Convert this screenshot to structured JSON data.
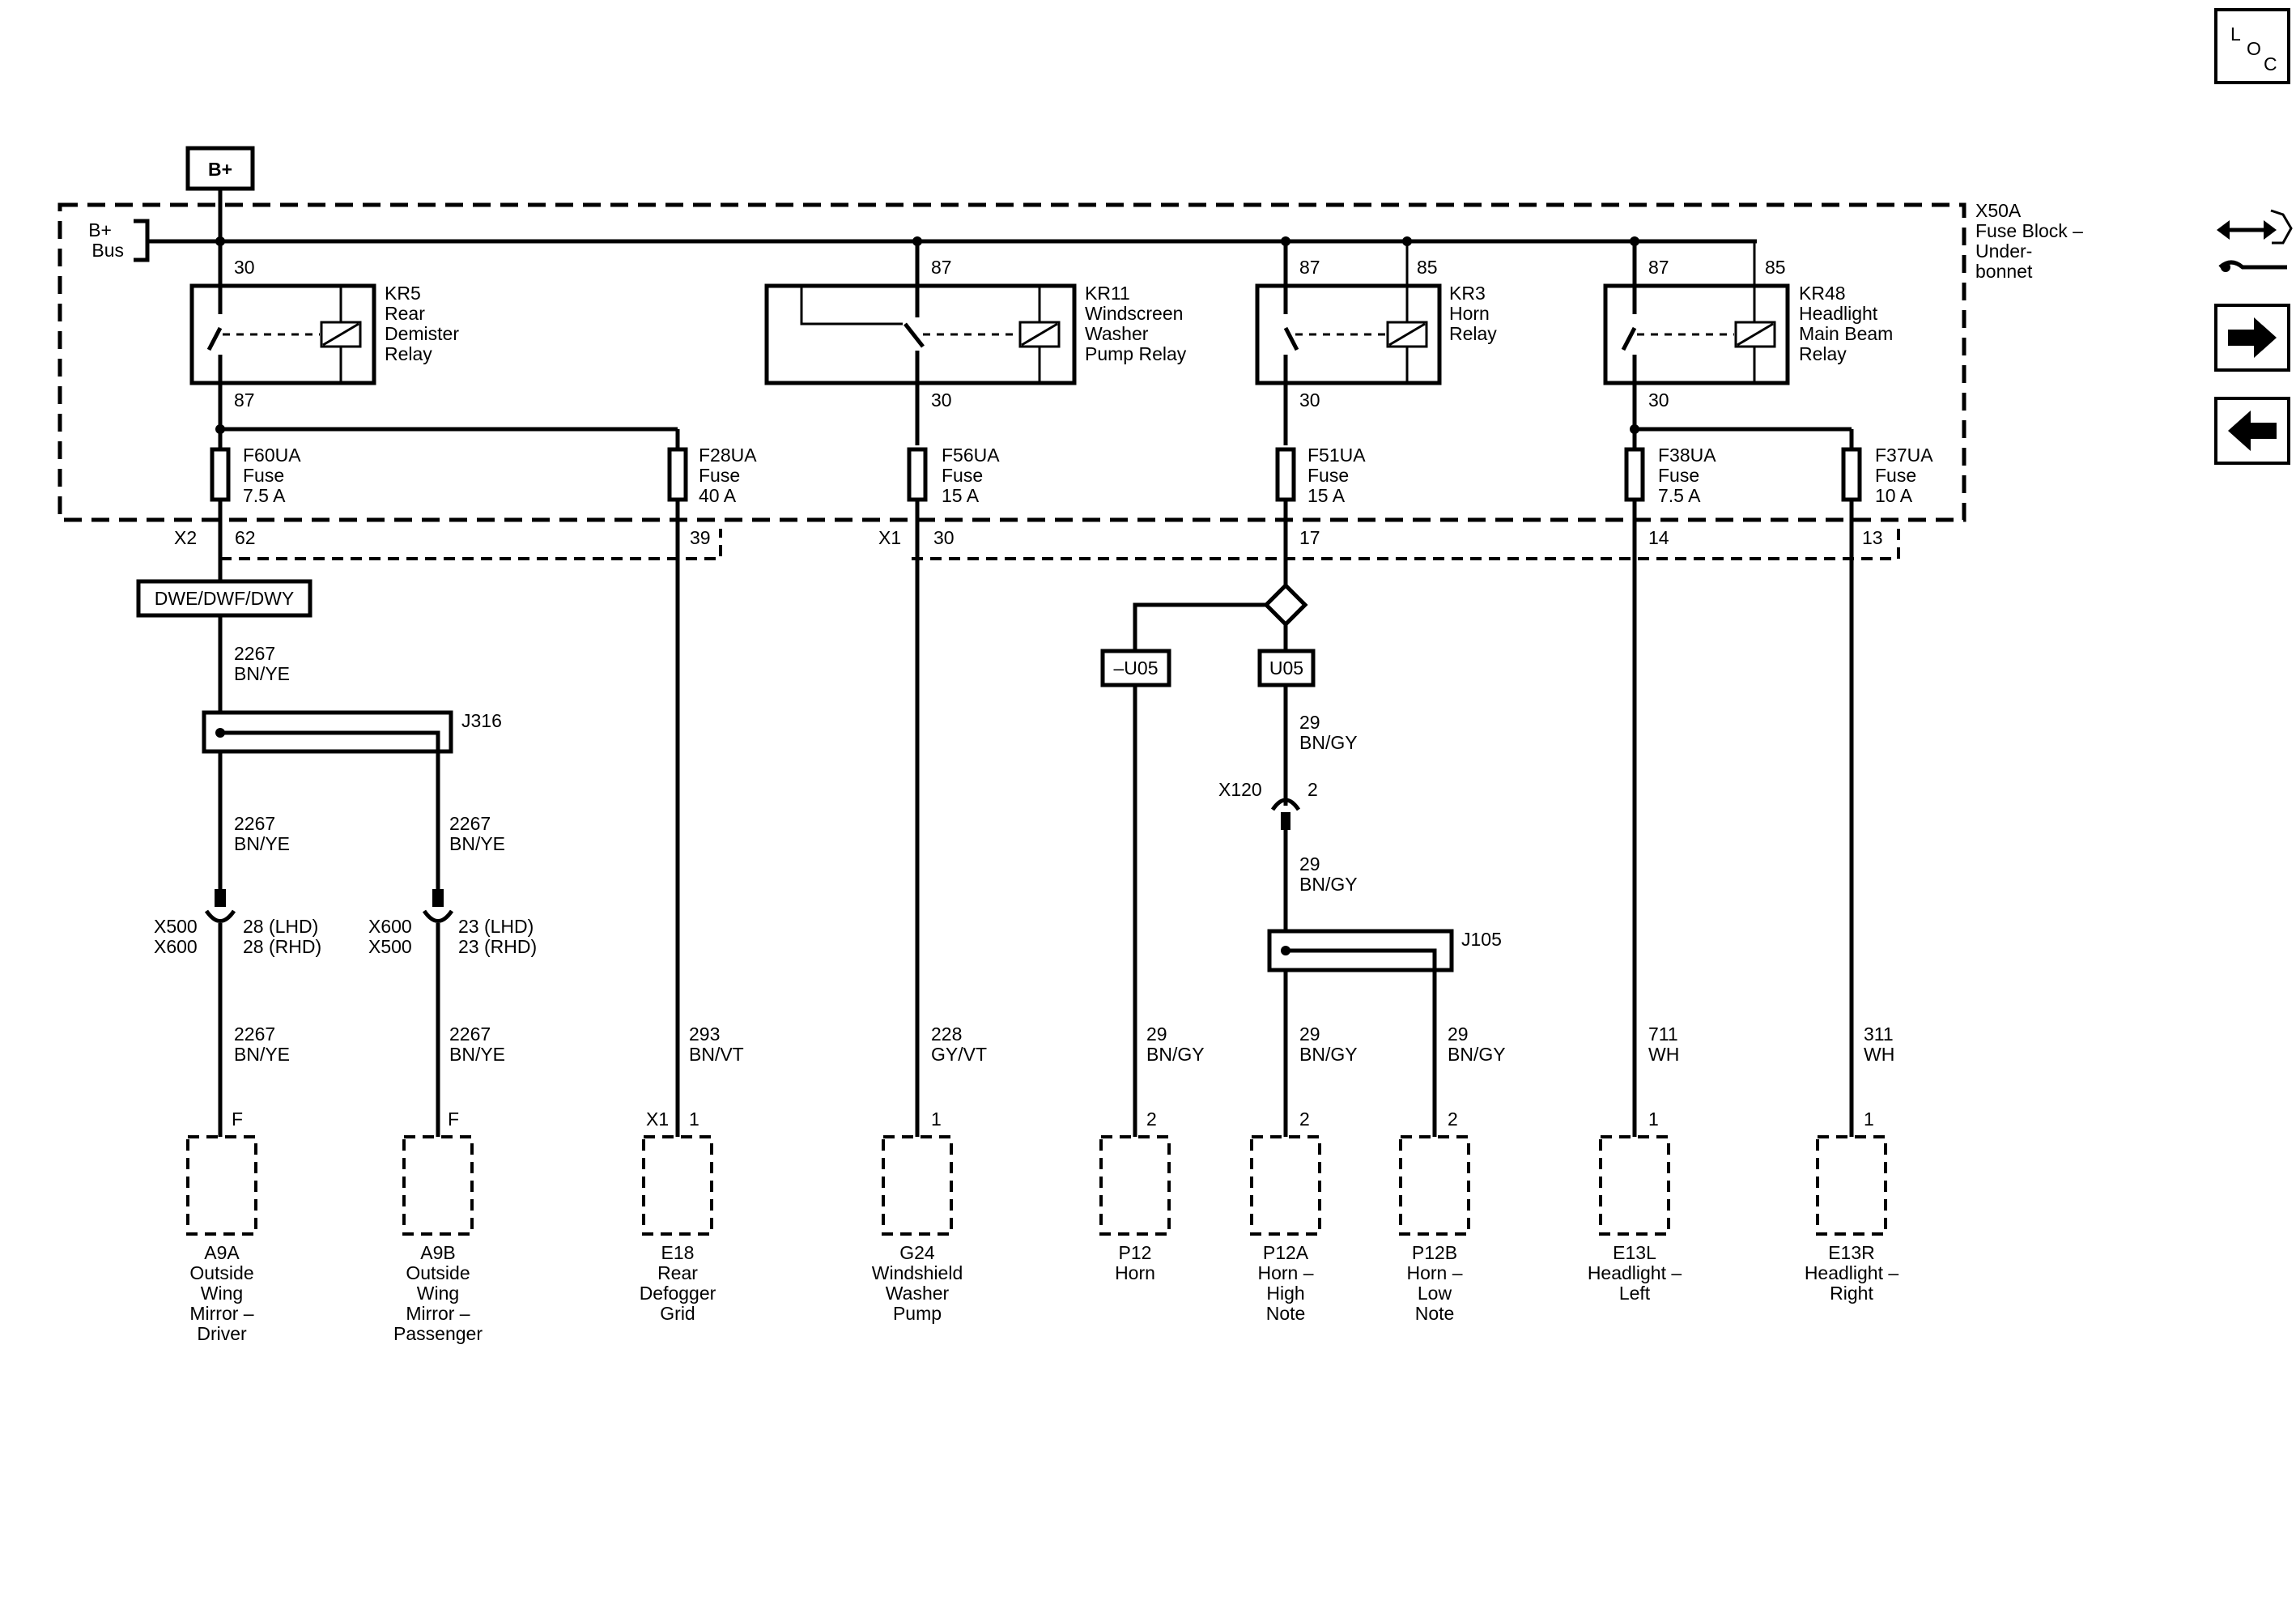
{
  "supply": {
    "b_plus": "B+",
    "bus_b": "B+",
    "bus_word": "Bus"
  },
  "fuse_block": {
    "id": "X50A",
    "line1": "Fuse Block –",
    "line2": "Under-",
    "line3": "bonnet"
  },
  "nav": {
    "loc_l": "L",
    "loc_o": "O",
    "loc_c": "C"
  },
  "relays": {
    "kr5": {
      "lines": [
        "KR5",
        "Rear",
        "Demister",
        "Relay"
      ],
      "pin_in": "30",
      "pin_out": "87"
    },
    "kr11": {
      "lines": [
        "KR11",
        "Windscreen",
        "Washer",
        "Pump Relay"
      ],
      "pin_in": "87",
      "pin_out": "30"
    },
    "kr3": {
      "lines": [
        "KR3",
        "Horn",
        "Relay"
      ],
      "pin_in": "87",
      "pin_coil": "85",
      "pin_out": "30"
    },
    "kr48": {
      "lines": [
        "KR48",
        "Headlight",
        "Main Beam",
        "Relay"
      ],
      "pin_in": "87",
      "pin_coil": "85",
      "pin_out": "30"
    }
  },
  "fuses": {
    "f60": {
      "lines": [
        "F60UA",
        "Fuse",
        "7.5 A"
      ]
    },
    "f28": {
      "lines": [
        "F28UA",
        "Fuse",
        "40 A"
      ]
    },
    "f56": {
      "lines": [
        "F56UA",
        "Fuse",
        "15 A"
      ]
    },
    "f51": {
      "lines": [
        "F51UA",
        "Fuse",
        "15 A"
      ]
    },
    "f38": {
      "lines": [
        "F38UA",
        "Fuse",
        "7.5 A"
      ]
    },
    "f37": {
      "lines": [
        "F37UA",
        "Fuse",
        "10 A"
      ]
    }
  },
  "connectors": {
    "x2": "X2",
    "x2_p62": "62",
    "x2_p39": "39",
    "x1": "X1",
    "x1_p30": "30",
    "x1_p17": "17",
    "x1_p14": "14",
    "x1_p13": "13"
  },
  "options": {
    "dwe": "DWE/DWF/DWY",
    "u05_not": "–U05",
    "u05": "U05"
  },
  "splices": {
    "j316": "J316",
    "j105": "J105"
  },
  "inline": {
    "a_left_1": "X500",
    "a_left_2": "X600",
    "a_right_1": "28 (LHD)",
    "a_right_2": "28 (RHD)",
    "b_left_1": "X600",
    "b_left_2": "X500",
    "b_right_1": "23 (LHD)",
    "b_right_2": "23 (RHD)",
    "x120": "X120",
    "x120_pin": "2"
  },
  "wires": {
    "w2267_top": {
      "circuit": "2267",
      "color": "BN/YE"
    },
    "w2267_a_up": {
      "circuit": "2267",
      "color": "BN/YE"
    },
    "w2267_b_up": {
      "circuit": "2267",
      "color": "BN/YE"
    },
    "w2267_a_lo": {
      "circuit": "2267",
      "color": "BN/YE"
    },
    "w2267_b_lo": {
      "circuit": "2267",
      "color": "BN/YE"
    },
    "w293": {
      "circuit": "293",
      "color": "BN/VT"
    },
    "w228": {
      "circuit": "228",
      "color": "GY/VT"
    },
    "w29_p12": {
      "circuit": "29",
      "color": "BN/GY"
    },
    "w29_u05": {
      "circuit": "29",
      "color": "BN/GY"
    },
    "w29_x120": {
      "circuit": "29",
      "color": "BN/GY"
    },
    "w29_p12a": {
      "circuit": "29",
      "color": "BN/GY"
    },
    "w29_p12b": {
      "circuit": "29",
      "color": "BN/GY"
    },
    "w711": {
      "circuit": "711",
      "color": "WH"
    },
    "w311": {
      "circuit": "311",
      "color": "WH"
    }
  },
  "components": {
    "a9a": {
      "pin": "F",
      "lines": [
        "A9A",
        "Outside",
        "Wing",
        "Mirror –",
        "Driver"
      ]
    },
    "a9b": {
      "pin": "F",
      "lines": [
        "A9B",
        "Outside",
        "Wing",
        "Mirror –",
        "Passenger"
      ]
    },
    "e18": {
      "conn": "X1",
      "pin": "1",
      "lines": [
        "E18",
        "Rear",
        "Defogger",
        "Grid"
      ]
    },
    "g24": {
      "pin": "1",
      "lines": [
        "G24",
        "Windshield",
        "Washer",
        "Pump"
      ]
    },
    "p12": {
      "pin": "2",
      "lines": [
        "P12",
        "Horn"
      ]
    },
    "p12a": {
      "pin": "2",
      "lines": [
        "P12A",
        "Horn –",
        "High",
        "Note"
      ]
    },
    "p12b": {
      "pin": "2",
      "lines": [
        "P12B",
        "Horn –",
        "Low",
        "Note"
      ]
    },
    "e13l": {
      "pin": "1",
      "lines": [
        "E13L",
        "Headlight –",
        "Left"
      ]
    },
    "e13r": {
      "pin": "1",
      "lines": [
        "E13R",
        "Headlight –",
        "Right"
      ]
    }
  }
}
